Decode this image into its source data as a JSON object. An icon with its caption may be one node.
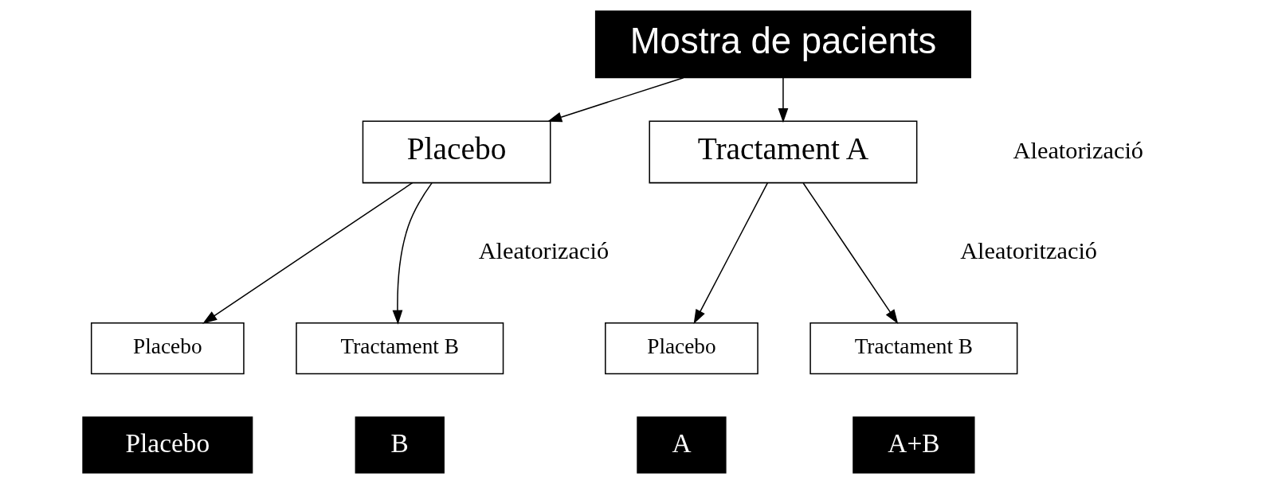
{
  "diagram": {
    "nodes": [
      {
        "text": [
          "Mostra de pacients"
        ]
      },
      {
        "text": [
          "Placebo"
        ]
      },
      {
        "text": [
          "Tractament A"
        ]
      },
      {
        "text": [
          "Placebo"
        ]
      },
      {
        "text": [
          "Tractament B"
        ]
      },
      {
        "text": [
          "Placebo"
        ]
      },
      {
        "text": [
          "Tractament B"
        ]
      },
      {
        "text": [
          "Placebo"
        ]
      },
      {
        "text": [
          "B"
        ]
      },
      {
        "text": [
          "A"
        ]
      },
      {
        "text": [
          "A+B"
        ]
      }
    ],
    "edges": [
      {
        "from": 0,
        "to": 1,
        "arrow": "to"
      },
      {
        "from": 0,
        "to": 2,
        "arrow": "to"
      },
      {
        "from": 1,
        "to": 3,
        "arrow": "to"
      },
      {
        "from": 1,
        "to": 4,
        "arrow": "to"
      },
      {
        "from": 2,
        "to": 5,
        "arrow": "to"
      },
      {
        "from": 2,
        "to": 6,
        "arrow": "to"
      }
    ],
    "labels": [
      "Aleatorizació",
      "Aleatorizació",
      "Aleatorització"
    ]
  }
}
